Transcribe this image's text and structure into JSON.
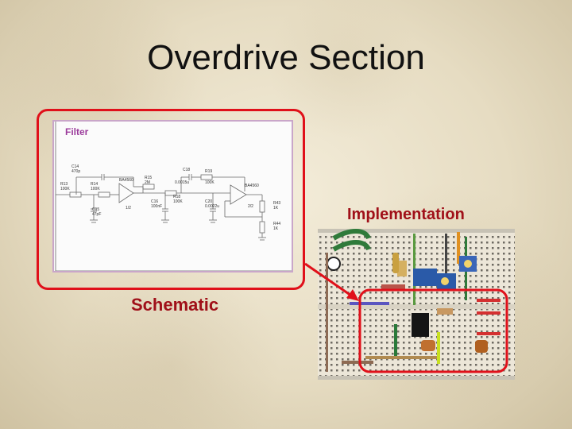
{
  "slide": {
    "title": "Overdrive Section",
    "label_schematic": "Schematic",
    "label_implementation": "Implementation"
  },
  "schematic": {
    "heading": "Filter",
    "components": {
      "c14": "C14",
      "c14_val": "470p",
      "r13": "R13",
      "r13_val": "100K",
      "r14": "R14",
      "r14_val": "100K",
      "c15": "C15",
      "c15_val": "47pF",
      "u1": "BA4560",
      "u1_part": "1/2",
      "r15": "R15",
      "r15_val": "2M",
      "c18": "C18",
      "c18_val": "0.0015u",
      "r19": "R19",
      "r19_val": "100K",
      "c16": "C16",
      "c16_val": "100nF",
      "r18": "R18",
      "r18_val": "100K",
      "c20": "C20",
      "c20_val": "0.0022u",
      "u2": "BA4560",
      "u2_part": "2/2",
      "r43": "R43",
      "r43_val": "1K",
      "r44": "R44",
      "r44_val": "1K"
    }
  },
  "colors": {
    "accent_red": "#e0101a",
    "label_red": "#a01019",
    "schematic_heading": "#9b3b9b"
  }
}
